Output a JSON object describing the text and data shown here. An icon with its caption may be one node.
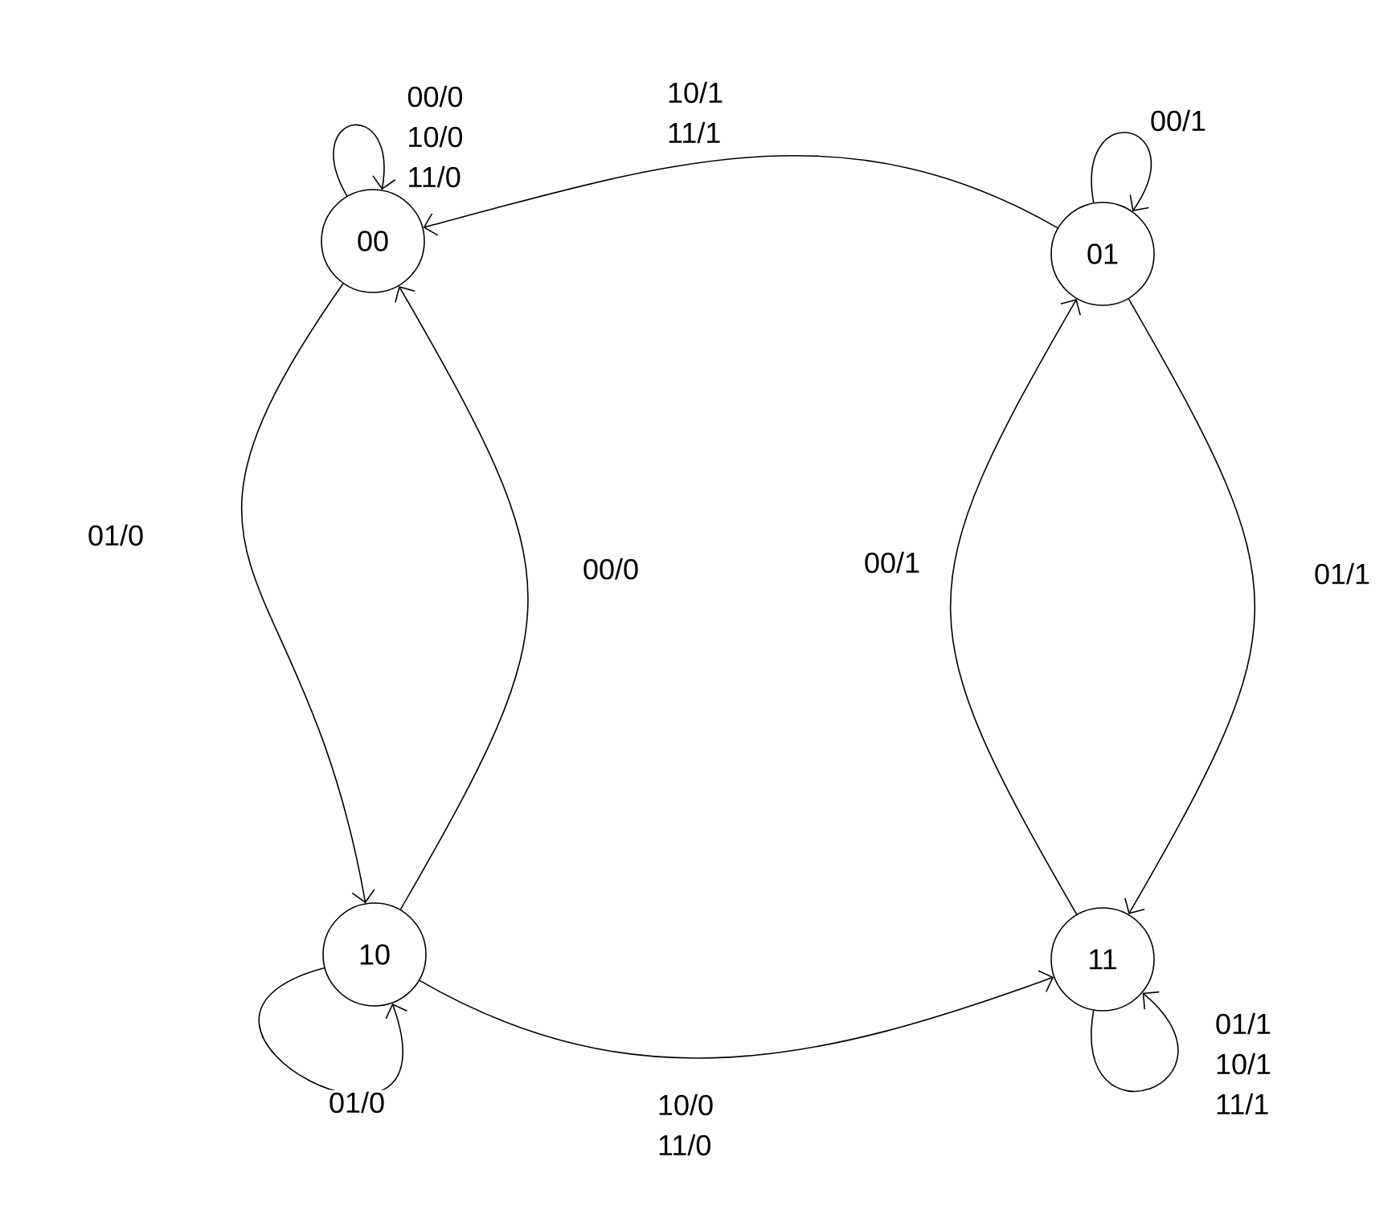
{
  "diagram": {
    "nodes": [
      {
        "text": [
          "00"
        ]
      },
      {
        "text": [
          "01"
        ]
      },
      {
        "text": [
          "10"
        ]
      },
      {
        "text": [
          "11"
        ]
      }
    ],
    "edges": [
      {
        "from": 0,
        "to": 0,
        "arrow": "to",
        "label": "00/0 10/0 11/0"
      },
      {
        "from": 1,
        "to": 0,
        "arrow": "to",
        "label": "10/1 11/1"
      },
      {
        "from": 1,
        "to": 1,
        "arrow": "to",
        "label": "00/1"
      },
      {
        "from": 0,
        "to": 2,
        "arrow": "to",
        "label": "01/0"
      },
      {
        "from": 2,
        "to": 0,
        "arrow": "to",
        "label": "00/0"
      },
      {
        "from": 1,
        "to": 3,
        "arrow": "to",
        "label": "01/1"
      },
      {
        "from": 3,
        "to": 1,
        "arrow": "to",
        "label": "00/1"
      },
      {
        "from": 2,
        "to": 2,
        "arrow": "to",
        "label": "01/0"
      },
      {
        "from": 2,
        "to": 3,
        "arrow": "to",
        "label": "10/0 11/0"
      },
      {
        "from": 3,
        "to": 3,
        "arrow": "to",
        "label": "01/1 10/1 11/1"
      }
    ]
  }
}
